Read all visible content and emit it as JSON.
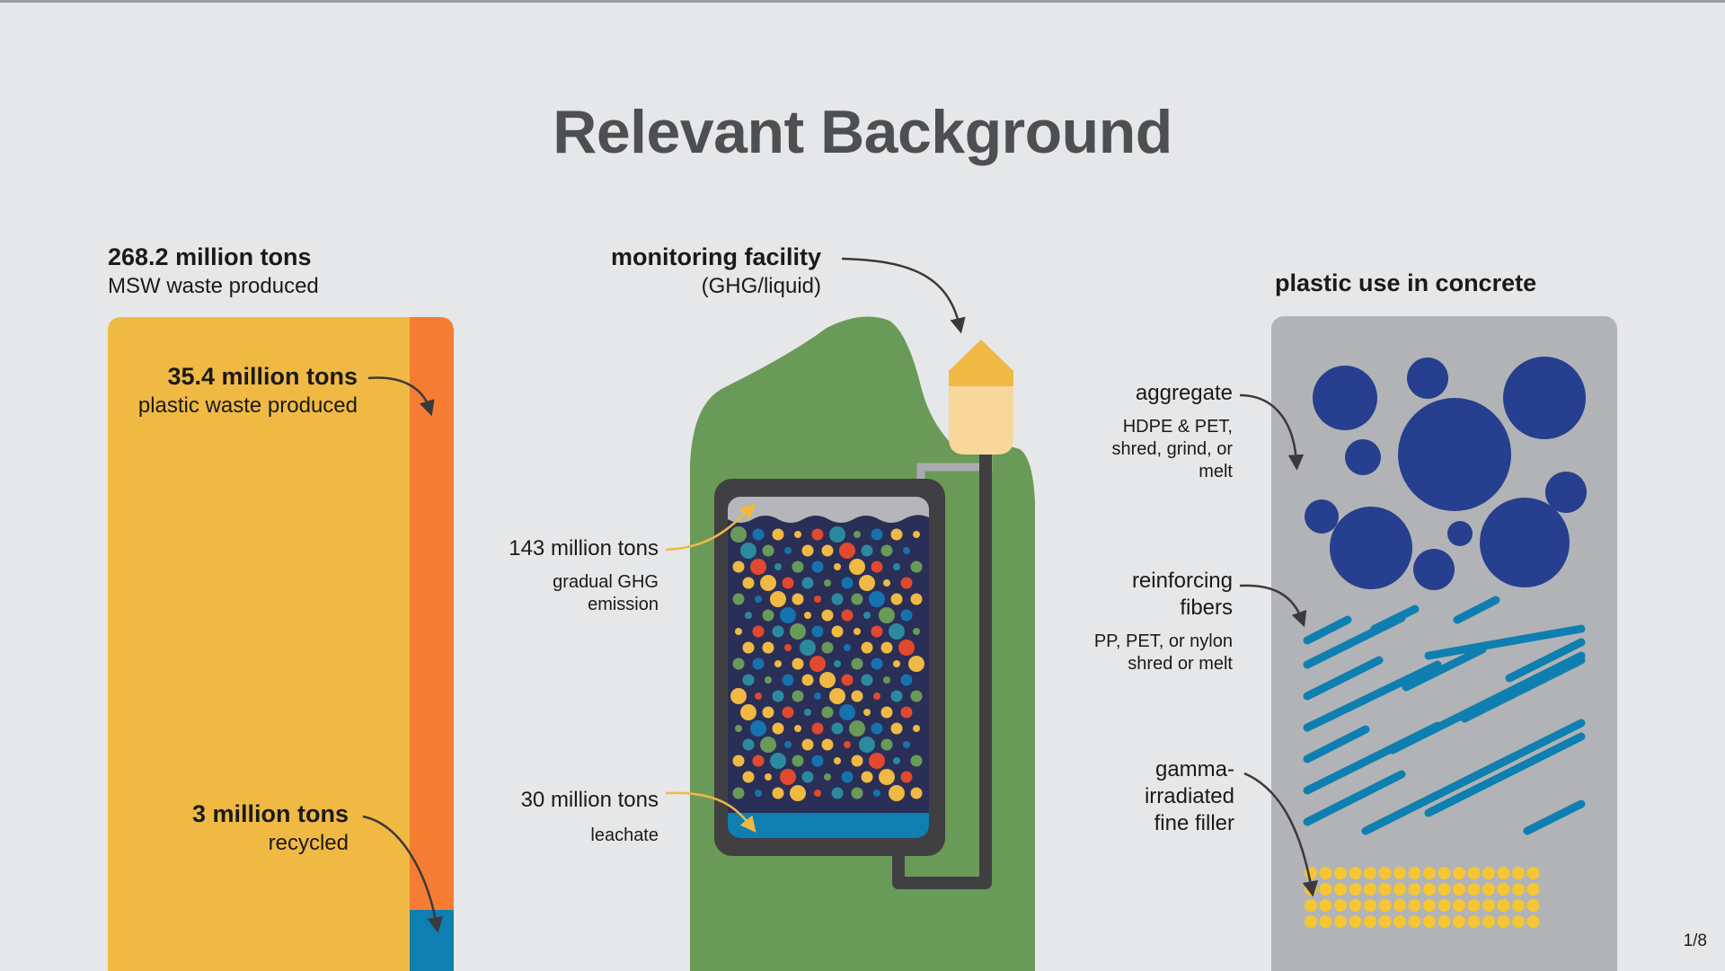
{
  "slide": {
    "title": "Relevant Background",
    "page_number": "1/8"
  },
  "waste_panel": {
    "total_value": "268.2 million tons",
    "total_desc": "MSW waste produced",
    "plastic_value": "35.4 million tons",
    "plastic_desc": "plastic waste produced",
    "recycled_value": "3 million tons",
    "recycled_desc": "recycled",
    "colors": {
      "msw": "#f0b944",
      "plastic": "#f47d33",
      "recycled": "#0e7fb0"
    }
  },
  "landfill_panel": {
    "facility_title": "monitoring facility",
    "facility_desc": "(GHG/liquid)",
    "ghg_value": "143 million tons",
    "ghg_desc_line1": "gradual GHG",
    "ghg_desc_line2": "emission",
    "leachate_value": "30 million tons",
    "leachate_desc": "leachate",
    "colors": {
      "hill": "#6a9a58",
      "tank": "#404042",
      "liquid": "#0e7fb0",
      "arrow": "#f0b944"
    }
  },
  "concrete_panel": {
    "title": "plastic use in concrete",
    "aggregate_label": "aggregate",
    "aggregate_desc": [
      "HDPE & PET,",
      "shred, grind, or",
      "melt"
    ],
    "fibers_label": [
      "reinforcing",
      "fibers"
    ],
    "fibers_desc": [
      "PP, PET, or nylon",
      "shred or melt"
    ],
    "filler_label": [
      "gamma-",
      "irradiated",
      "fine filler"
    ],
    "colors": {
      "panel": "#b1b3b6",
      "aggregate": "#263f8e",
      "fibers": "#0e7fb0",
      "filler": "#f6c632"
    }
  }
}
